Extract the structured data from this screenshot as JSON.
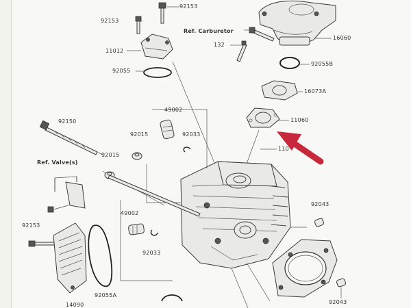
{
  "labels": {
    "p92153_top": "92153",
    "p92153_left": "92153",
    "p11012": "11012",
    "p92055": "92055",
    "ref_carburetor": "Ref. Carburetor",
    "p132": "132",
    "p16060": "16060",
    "p92055b": "92055B",
    "p16073a": "16073A",
    "p11060": "11060",
    "p110_partial": "110",
    "p49002_top": "49002",
    "p92033_top": "92033",
    "p92150": "92150",
    "p92015_a": "92015",
    "p92015_b": "92015",
    "ref_valves": "Ref. Valve(s)",
    "p92153_lower": "92153",
    "p49002_lower": "49002",
    "p92033_lower": "92033",
    "p92055a": "92055A",
    "p14090": "14090",
    "p92043_top": "92043",
    "p92043_bottom": "92043"
  },
  "annotation": {
    "arrow_color": "#c8283c",
    "points_to": "11060"
  },
  "colors": {
    "ink": "#333333",
    "paper": "#f8f8f6"
  }
}
